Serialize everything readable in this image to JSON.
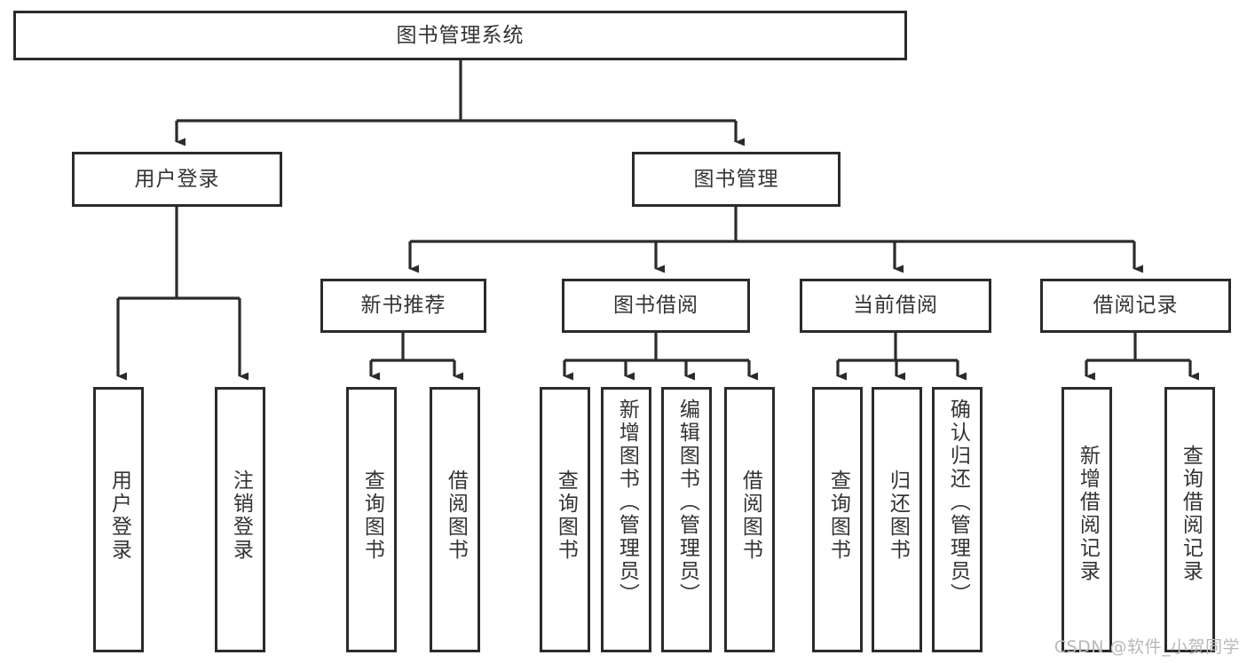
{
  "diagram": {
    "title": "图书管理系统",
    "type": "tree-hierarchy",
    "watermark": "CSDN @软件_小贺同学",
    "colors": {
      "stroke": "#2b2b2b",
      "text": "#333333",
      "background": "#ffffff",
      "watermark": "#b8b8b8"
    },
    "root": {
      "label": "图书管理系统"
    },
    "level1": [
      {
        "label": "用户登录"
      },
      {
        "label": "图书管理"
      }
    ],
    "level2": [
      {
        "label": "新书推荐"
      },
      {
        "label": "图书借阅"
      },
      {
        "label": "当前借阅"
      },
      {
        "label": "借阅记录"
      }
    ],
    "leaves": {
      "user_login": [
        {
          "label": "用户登录"
        },
        {
          "label": "注销登录"
        }
      ],
      "new_book_recommend": [
        {
          "label": "查询图书"
        },
        {
          "label": "借阅图书"
        }
      ],
      "book_borrow": [
        {
          "label": "查询图书"
        },
        {
          "label": "新增图书（管理员）"
        },
        {
          "label": "编辑图书（管理员）"
        },
        {
          "label": "借阅图书"
        }
      ],
      "current_borrow": [
        {
          "label": "查询图书"
        },
        {
          "label": "归还图书"
        },
        {
          "label": "确认归还（管理员）"
        }
      ],
      "borrow_record": [
        {
          "label": "新增借阅记录"
        },
        {
          "label": "查询借阅记录"
        }
      ]
    }
  }
}
